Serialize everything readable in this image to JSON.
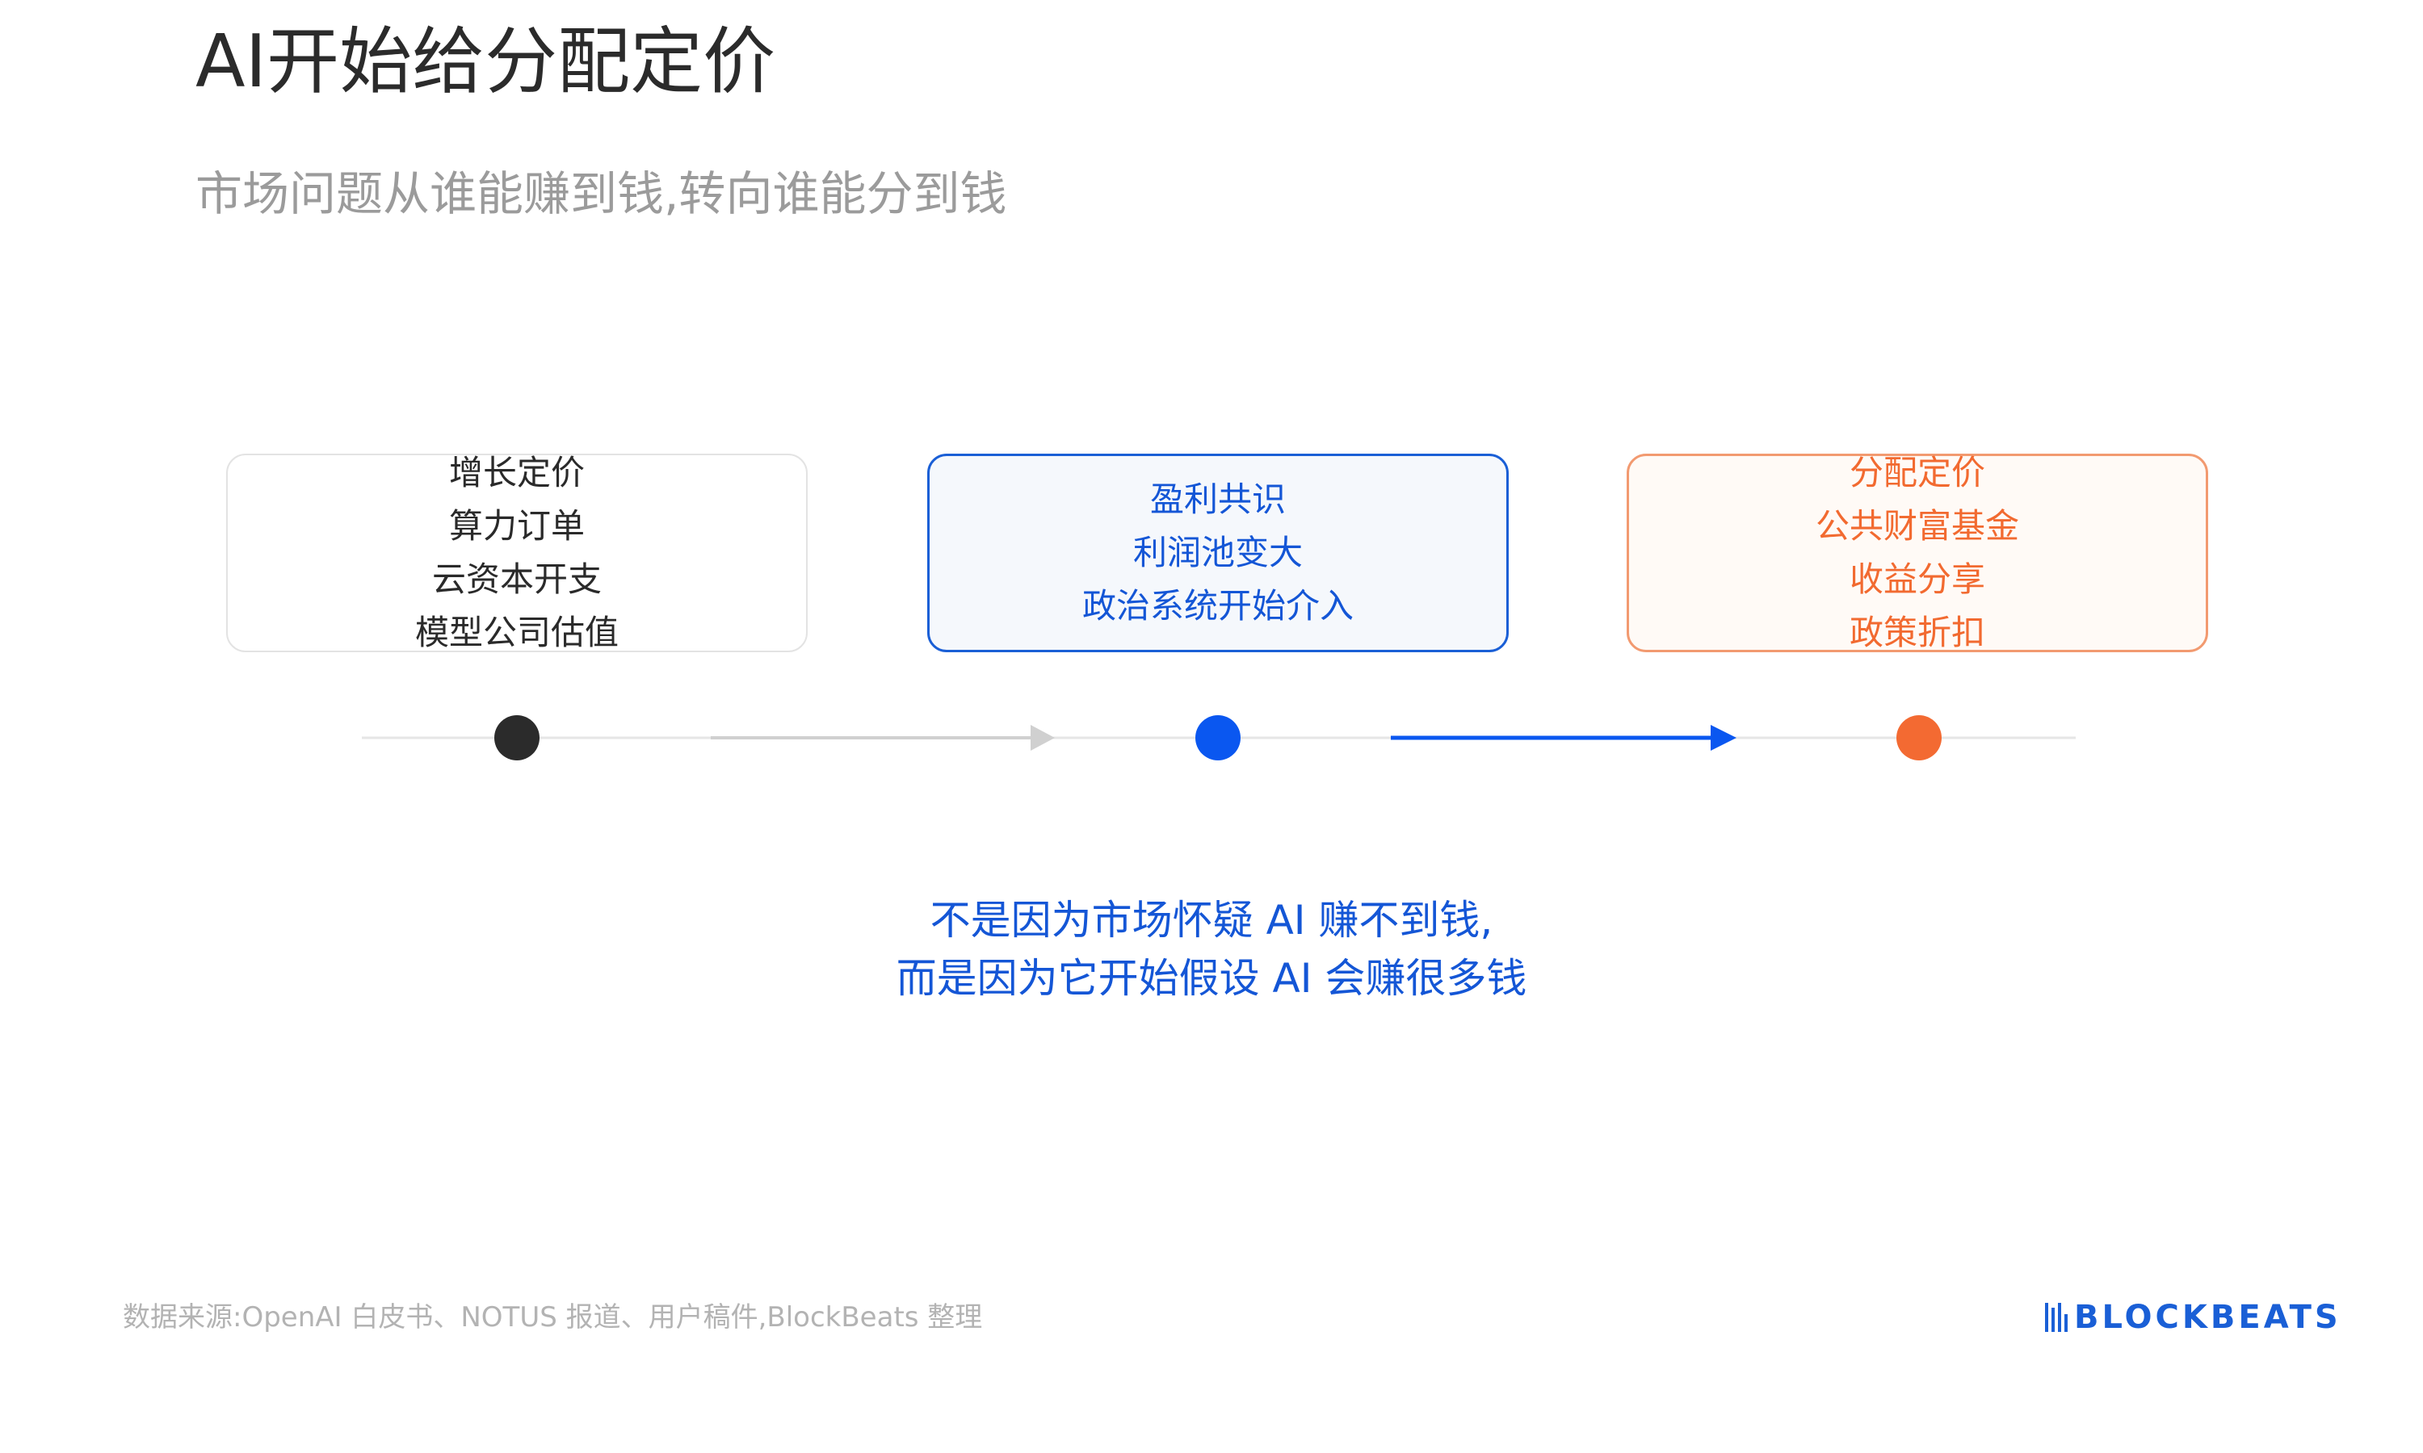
{
  "header": {
    "title": "AI开始给分配定价",
    "subtitle": "市场问题从谁能赚到钱,转向谁能分到钱"
  },
  "stages": [
    {
      "lines": [
        "增长定价",
        "算力订单",
        "云资本开支",
        "模型公司估值"
      ]
    },
    {
      "lines": [
        "盈利共识",
        "利润池变大",
        "政治系统开始介入"
      ]
    },
    {
      "lines": [
        "分配定价",
        "公共财富基金",
        "收益分享",
        "政策折扣"
      ]
    }
  ],
  "colors": {
    "stage_1": "#2b2b2b",
    "stage_2": "#0a57f0",
    "stage_3": "#f36a32",
    "track": "#e6e6e6",
    "arrow_grey": "#d0d0d0",
    "arrow_blue": "#0a57f0"
  },
  "quote": {
    "line1": "不是因为市场怀疑 AI 赚不到钱,",
    "line2": "而是因为它开始假设 AI 会赚很多钱"
  },
  "footer": {
    "source": "数据来源:OpenAI 白皮书、NOTUS 报道、用户稿件,BlockBeats 整理",
    "brand": "BLOCKBEATS"
  }
}
